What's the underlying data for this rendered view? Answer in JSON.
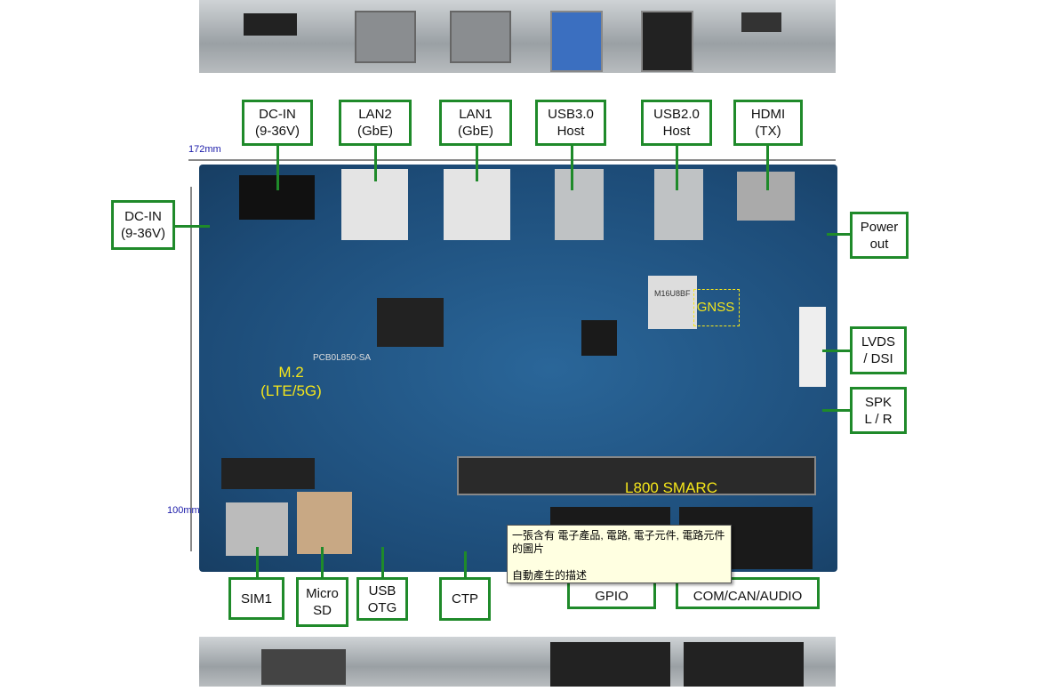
{
  "dimensions": {
    "width": "172mm",
    "height": "100mm"
  },
  "labels": {
    "dcin_top": "DC-IN\n(9-36V)",
    "lan2": "LAN2\n(GbE)",
    "lan1": "LAN1\n(GbE)",
    "usb3": "USB3.0\nHost",
    "usb2": "USB2.0\nHost",
    "hdmi": "HDMI\n(TX)",
    "dcin_left": "DC-IN\n(9-36V)",
    "power_out": "Power\nout",
    "lvds": "LVDS\n/ DSI",
    "spk": "SPK\nL / R",
    "sim1": "SIM1",
    "microsd": "Micro\nSD",
    "usb_otg": "USB\nOTG",
    "ctp": "CTP",
    "gpio": "GPIO",
    "com": "COM/CAN/AUDIO"
  },
  "board_text": {
    "m2": "M.2\n(LTE/5G)",
    "gnss": "GNSS",
    "smarc": "L800 SMARC",
    "pcb": "PCB0L850-SA",
    "gnss_chip": "M16U8BF"
  },
  "tooltip": {
    "line1": "一張含有 電子產品, 電路, 電子元件, 電路元件 的圖片",
    "line2": "自動產生的描述"
  },
  "colors": {
    "label_border": "#1f8a2a",
    "board": "#1d4c78",
    "highlight": "#f5e61a",
    "dim": "#1a1aa8"
  }
}
